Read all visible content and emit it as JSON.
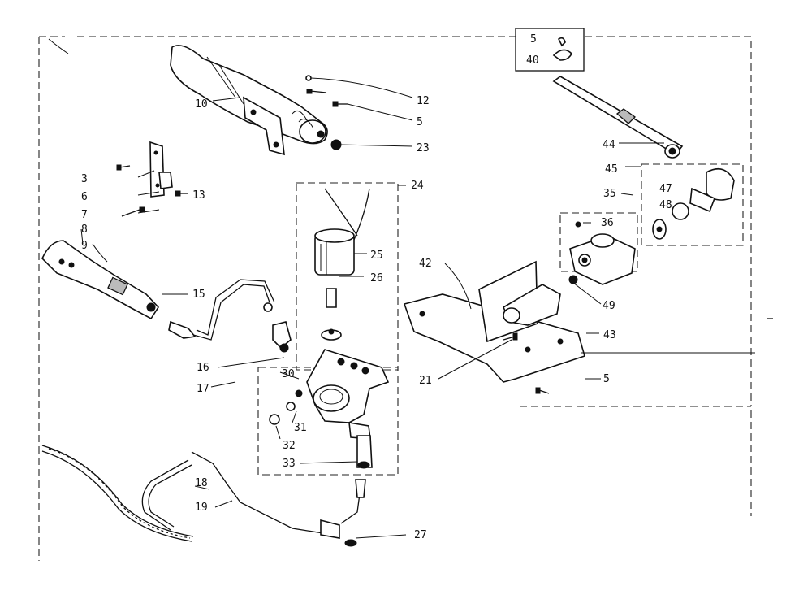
{
  "labels": {
    "l5a": "5",
    "l40": "40",
    "l12": "12",
    "l10": "10",
    "l5b": "5",
    "l23": "23",
    "l44": "44",
    "l3": "3",
    "l6": "6",
    "l13": "13",
    "l7": "7",
    "l8": "8",
    "l9": "9",
    "l24": "24",
    "l45": "45",
    "l47": "47",
    "l48": "48",
    "l35": "35",
    "l36": "36",
    "l25": "25",
    "l26": "26",
    "l42": "42",
    "l15": "15",
    "l49": "49",
    "l43": "43",
    "l16": "16",
    "l30": "30",
    "l21": "21",
    "l5c": "5",
    "l17": "17",
    "l31": "31",
    "l32": "32",
    "l33": "33",
    "l18": "18",
    "l19": "19",
    "l27": "27"
  }
}
